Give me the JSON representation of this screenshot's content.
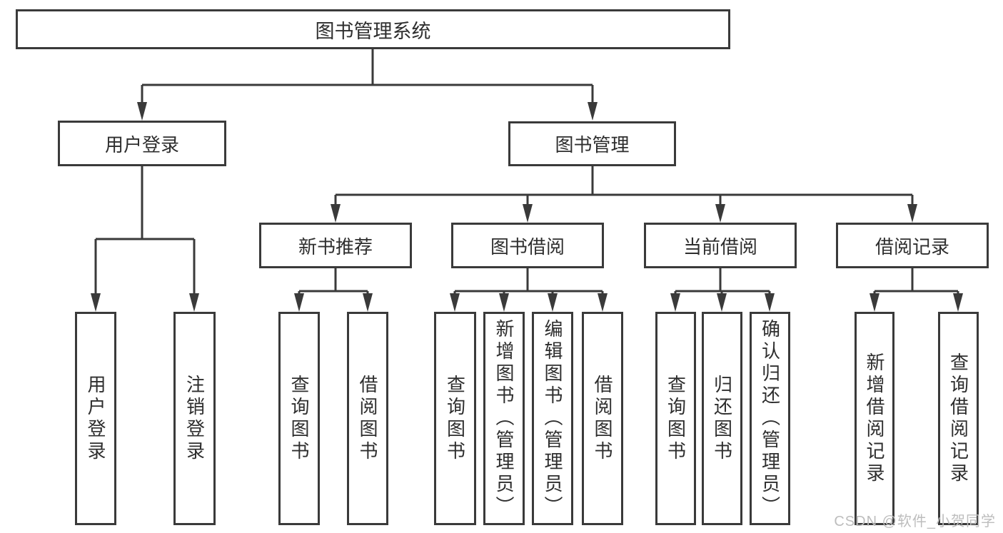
{
  "root": {
    "label": "图书管理系统"
  },
  "branches": [
    {
      "label": "用户登录",
      "children": [
        {
          "label": "用户登录"
        },
        {
          "label": "注销登录"
        }
      ]
    },
    {
      "label": "图书管理",
      "groups": [
        {
          "label": "新书推荐",
          "children": [
            {
              "label": "查询图书"
            },
            {
              "label": "借阅图书"
            }
          ]
        },
        {
          "label": "图书借阅",
          "children": [
            {
              "label": "查询图书"
            },
            {
              "label": "新增图书（管理员）"
            },
            {
              "label": "编辑图书（管理员）"
            },
            {
              "label": "借阅图书"
            }
          ]
        },
        {
          "label": "当前借阅",
          "children": [
            {
              "label": "查询图书"
            },
            {
              "label": "归还图书"
            },
            {
              "label": "确认归还（管理员）"
            }
          ]
        },
        {
          "label": "借阅记录",
          "children": [
            {
              "label": "新增借阅记录"
            },
            {
              "label": "查询借阅记录"
            }
          ]
        }
      ]
    }
  ],
  "watermark": "CSDN @软件_小贺同学",
  "colors": {
    "line": "#3a3a3a",
    "text": "#2e2e2e",
    "watermark": "#bdbdbd",
    "background": "#ffffff"
  }
}
